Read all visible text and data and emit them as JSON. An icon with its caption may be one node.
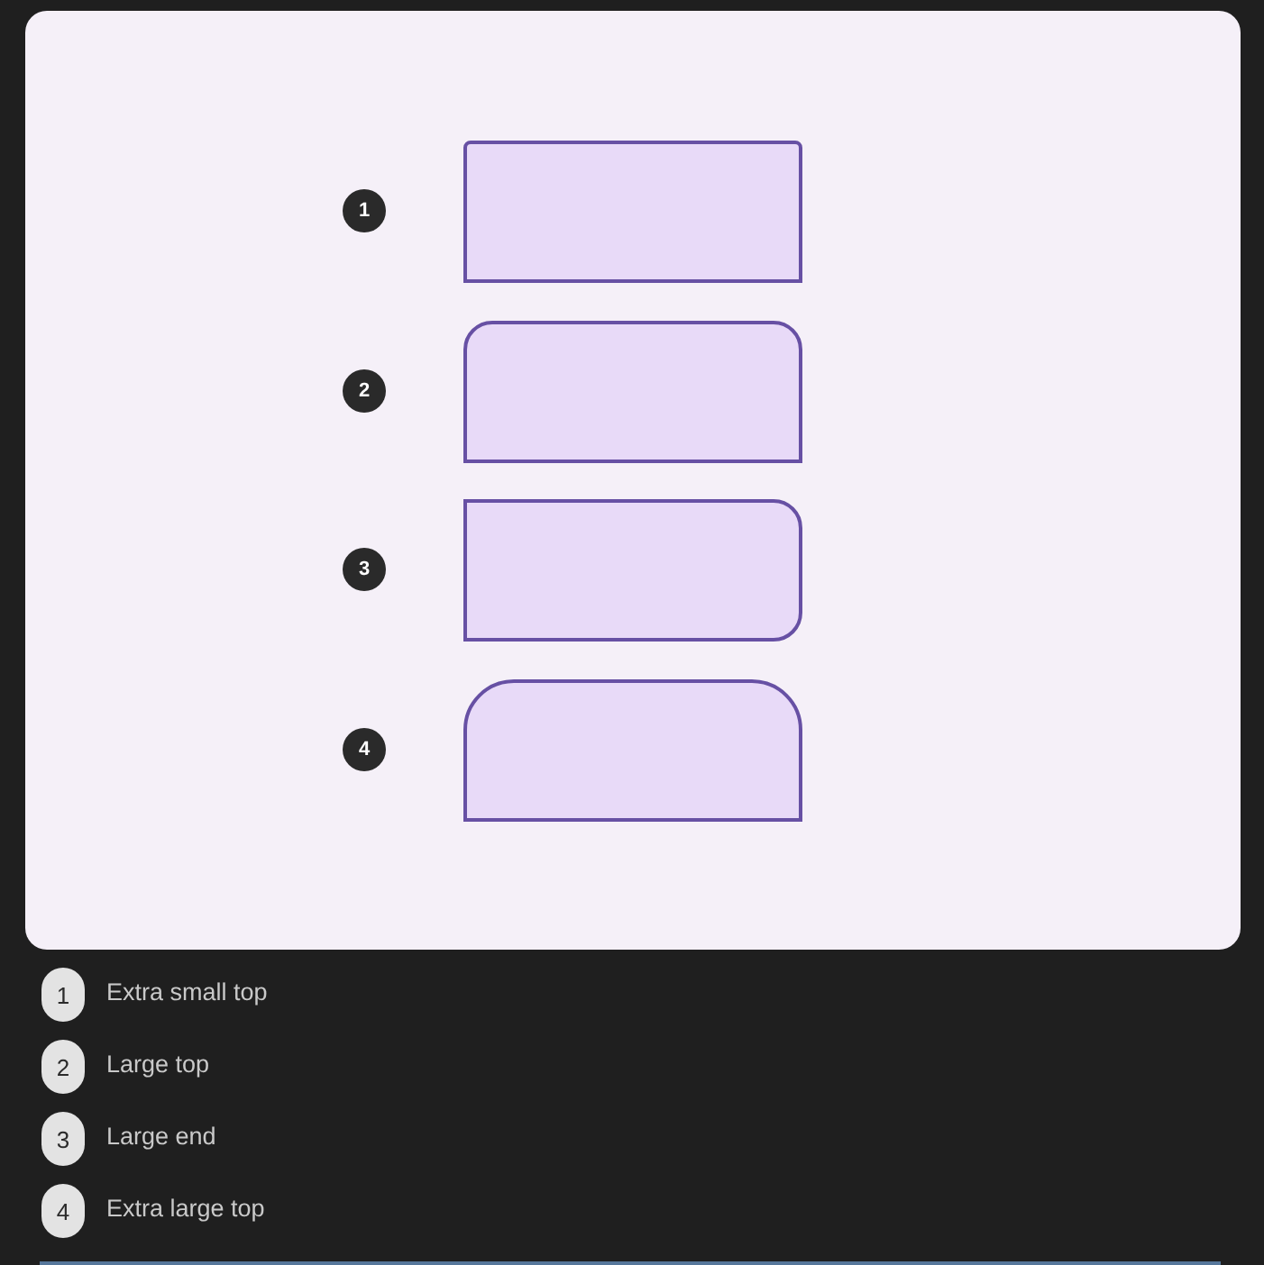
{
  "diagram": {
    "nodes": [
      {
        "text": [],
        "shape": "box"
      },
      {
        "text": [],
        "shape": "box"
      },
      {
        "text": [],
        "shape": "box"
      },
      {
        "text": [],
        "shape": "box"
      }
    ],
    "labels": [
      "1",
      "2",
      "3",
      "4",
      "1",
      "Extra small top",
      "2",
      "Large top",
      "3",
      "Large end",
      "4",
      "Extra large top"
    ]
  }
}
